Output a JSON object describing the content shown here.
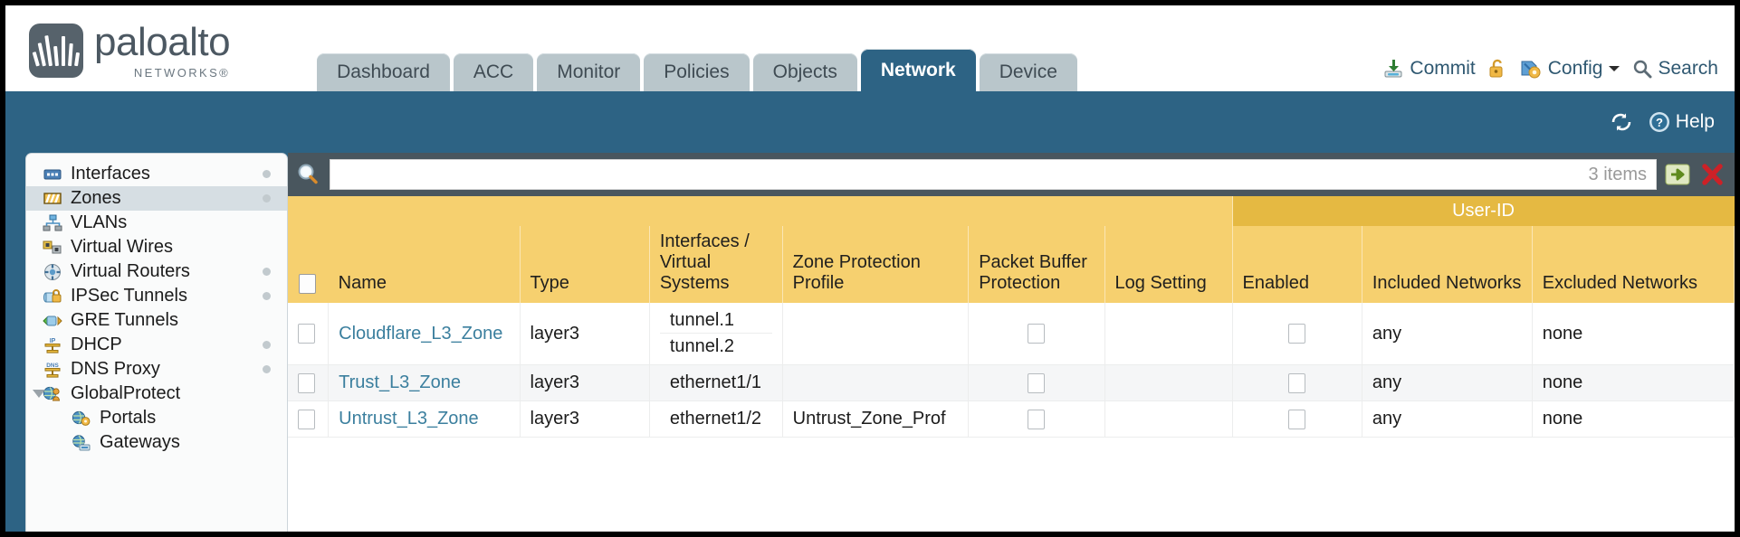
{
  "brand": {
    "name": "paloalto",
    "subtitle": "NETWORKS®",
    "logo_icon": "paloalto-logo-icon"
  },
  "tabs": [
    {
      "label": "Dashboard",
      "active": false
    },
    {
      "label": "ACC",
      "active": false
    },
    {
      "label": "Monitor",
      "active": false
    },
    {
      "label": "Policies",
      "active": false
    },
    {
      "label": "Objects",
      "active": false
    },
    {
      "label": "Network",
      "active": true
    },
    {
      "label": "Device",
      "active": false
    }
  ],
  "utility": {
    "commit_label": "Commit",
    "commit_icon": "commit-save-icon",
    "lock_icon": "unlock-padlock-icon",
    "config_label": "Config",
    "config_icon": "config-wrench-icon",
    "config_caret_icon": "chevron-down-icon",
    "search_label": "Search",
    "search_icon": "search-magnifier-icon"
  },
  "band": {
    "refresh_icon": "refresh-icon",
    "help_label": "Help",
    "help_icon": "help-question-icon"
  },
  "sidebar": {
    "items": [
      {
        "label": "Interfaces",
        "icon": "interfaces-icon",
        "selected": false,
        "dot": true,
        "child": false,
        "caret": false
      },
      {
        "label": "Zones",
        "icon": "zones-icon",
        "selected": true,
        "dot": true,
        "child": false,
        "caret": false
      },
      {
        "label": "VLANs",
        "icon": "vlans-icon",
        "selected": false,
        "dot": false,
        "child": false,
        "caret": false
      },
      {
        "label": "Virtual Wires",
        "icon": "virtual-wires-icon",
        "selected": false,
        "dot": false,
        "child": false,
        "caret": false
      },
      {
        "label": "Virtual Routers",
        "icon": "virtual-routers-icon",
        "selected": false,
        "dot": true,
        "child": false,
        "caret": false
      },
      {
        "label": "IPSec Tunnels",
        "icon": "ipsec-tunnels-icon",
        "selected": false,
        "dot": true,
        "child": false,
        "caret": false
      },
      {
        "label": "GRE Tunnels",
        "icon": "gre-tunnels-icon",
        "selected": false,
        "dot": false,
        "child": false,
        "caret": false
      },
      {
        "label": "DHCP",
        "icon": "dhcp-icon",
        "selected": false,
        "dot": true,
        "child": false,
        "caret": false
      },
      {
        "label": "DNS Proxy",
        "icon": "dns-proxy-icon",
        "selected": false,
        "dot": true,
        "child": false,
        "caret": false
      },
      {
        "label": "GlobalProtect",
        "icon": "globalprotect-icon",
        "selected": false,
        "dot": false,
        "child": false,
        "caret": true
      },
      {
        "label": "Portals",
        "icon": "portals-icon",
        "selected": false,
        "dot": false,
        "child": true,
        "caret": false
      },
      {
        "label": "Gateways",
        "icon": "gateways-icon",
        "selected": false,
        "dot": false,
        "child": true,
        "caret": false
      }
    ]
  },
  "filterbar": {
    "search_icon": "search-magnifier-icon",
    "search_value": "",
    "search_placeholder": "",
    "items_count": "3 items",
    "apply_icon": "apply-filter-arrow-icon",
    "clear_icon": "clear-filter-x-icon"
  },
  "table": {
    "group_header": {
      "label": "User-ID",
      "span": 3
    },
    "columns": [
      "Name",
      "Type",
      "Interfaces / Virtual Systems",
      "Zone Protection Profile",
      "Packet Buffer Protection",
      "Log Setting",
      "Enabled",
      "Included Networks",
      "Excluded Networks"
    ],
    "rows": [
      {
        "name": "Cloudflare_L3_Zone",
        "type": "layer3",
        "interfaces": [
          "tunnel.1",
          "tunnel.2"
        ],
        "zone_protection_profile": "",
        "packet_buffer_protection": false,
        "log_setting": "",
        "userid_enabled": false,
        "included_networks": "any",
        "excluded_networks": "none",
        "selected": false
      },
      {
        "name": "Trust_L3_Zone",
        "type": "layer3",
        "interfaces": [
          "ethernet1/1"
        ],
        "zone_protection_profile": "",
        "packet_buffer_protection": false,
        "log_setting": "",
        "userid_enabled": false,
        "included_networks": "any",
        "excluded_networks": "none",
        "selected": false
      },
      {
        "name": "Untrust_L3_Zone",
        "type": "layer3",
        "interfaces": [
          "ethernet1/2"
        ],
        "zone_protection_profile": "Untrust_Zone_Prof",
        "packet_buffer_protection": false,
        "log_setting": "",
        "userid_enabled": false,
        "included_networks": "any",
        "excluded_networks": "none",
        "selected": false
      }
    ]
  },
  "colors": {
    "brand_blue": "#2d6384",
    "header_gold": "#f6d06f",
    "group_gold": "#e5b942",
    "tab_inactive": "#b9c6cb",
    "link_blue": "#3b7f9e",
    "filterbar_gray": "#49565e"
  }
}
